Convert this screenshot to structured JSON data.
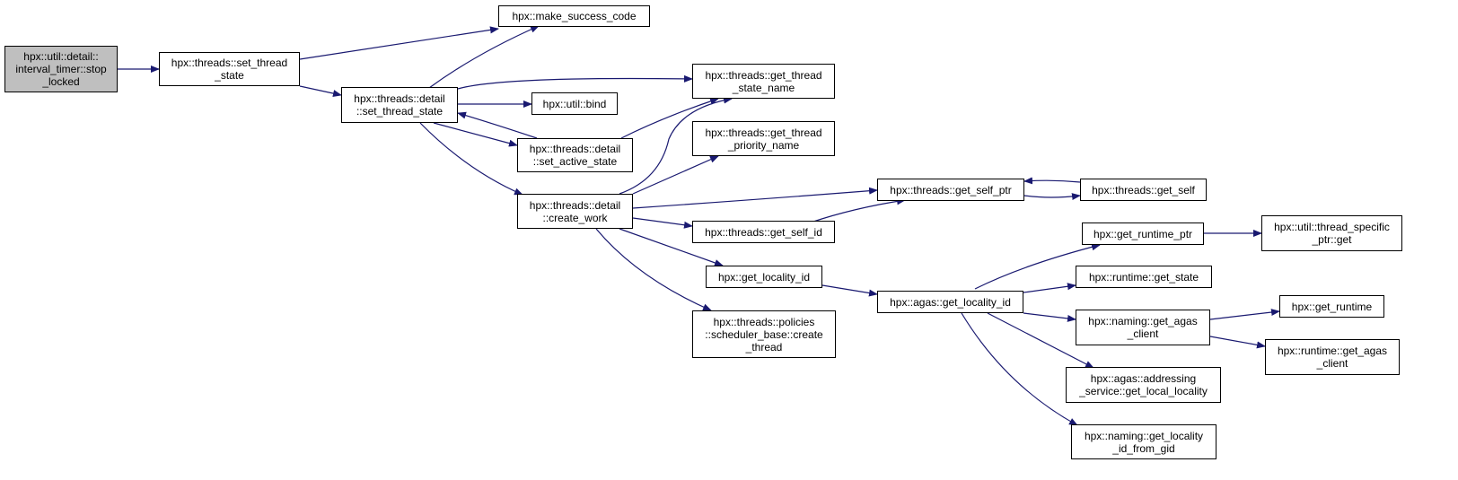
{
  "nodes": {
    "stop_locked": "hpx::util::detail::\ninterval_timer::stop\n_locked",
    "set_thread_state": "hpx::threads::set_thread\n_state",
    "make_success_code": "hpx::make_success_code",
    "detail_set_thread_state": "hpx::threads::detail\n::set_thread_state",
    "get_thread_state_name": "hpx::threads::get_thread\n_state_name",
    "util_bind": "hpx::util::bind",
    "set_active_state": "hpx::threads::detail\n::set_active_state",
    "get_thread_priority_name": "hpx::threads::get_thread\n_priority_name",
    "create_work": "hpx::threads::detail\n::create_work",
    "get_self_ptr": "hpx::threads::get_self_ptr",
    "get_self": "hpx::threads::get_self",
    "get_self_id": "hpx::threads::get_self_id",
    "get_runtime_ptr": "hpx::get_runtime_ptr",
    "thread_specific_ptr_get": "hpx::util::thread_specific\n_ptr::get",
    "get_locality_id": "hpx::get_locality_id",
    "runtime_get_state": "hpx::runtime::get_state",
    "agas_get_locality_id": "hpx::agas::get_locality_id",
    "get_runtime": "hpx::get_runtime",
    "naming_get_agas_client": "hpx::naming::get_agas\n_client",
    "runtime_get_agas_client": "hpx::runtime::get_agas\n_client",
    "scheduler_create_thread": "hpx::threads::policies\n::scheduler_base::create\n_thread",
    "addressing_service_get_local_locality": "hpx::agas::addressing\n_service::get_local_locality",
    "get_locality_id_from_gid": "hpx::naming::get_locality\n_id_from_gid"
  },
  "colors": {
    "edge": "#191970",
    "root_fill": "#bfbfbf",
    "node_fill": "#ffffff"
  }
}
